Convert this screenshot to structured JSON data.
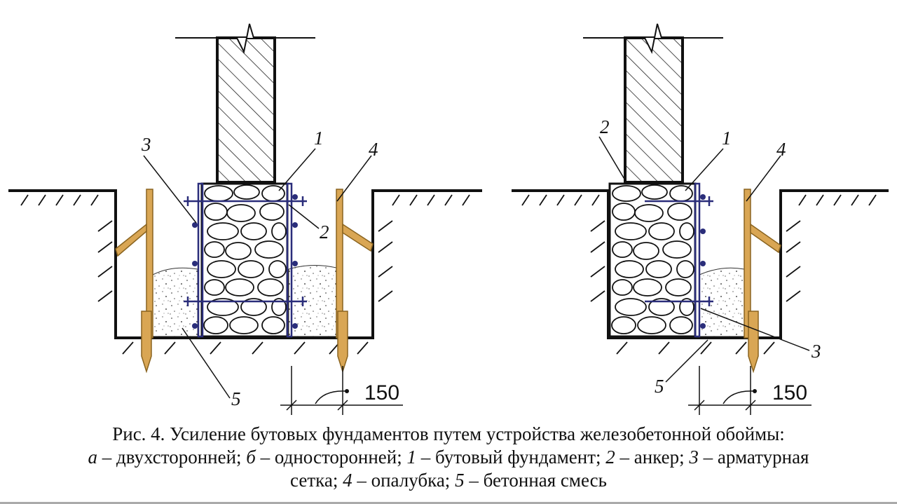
{
  "diagram": {
    "left_panel": {
      "labels": {
        "l1": "1",
        "l2": "2",
        "l3": "3",
        "l4": "4",
        "l5": "5"
      },
      "dimension": "150"
    },
    "right_panel": {
      "labels": {
        "l1": "1",
        "l2": "2",
        "l3": "3",
        "l4": "4",
        "l5": "5"
      },
      "dimension": "150"
    },
    "colors": {
      "line": "#111111",
      "wall_hatch": "#222222",
      "formwork": "#d9a654",
      "formwork_stroke": "#8a6420",
      "reinforcement": "#2a2d7a",
      "concrete_dots": "#555555"
    }
  },
  "caption": {
    "line1": "Рис. 4.  Усиление бутовых фундаментов путем устройства железобетонной обоймы:",
    "a_label": "а",
    "a_text": " – двухсторонней; ",
    "b_label": "б",
    "b_text": " – односторонней; ",
    "n1": "1",
    "t1": " – бутовый фундамент; ",
    "n2": "2",
    "t2": " – анкер; ",
    "n3": "3",
    "t3": " – арматурная",
    "t3b": "сетка; ",
    "n4": "4",
    "t4": " – опалубка; ",
    "n5": "5",
    "t5": " – бетонная смесь"
  }
}
